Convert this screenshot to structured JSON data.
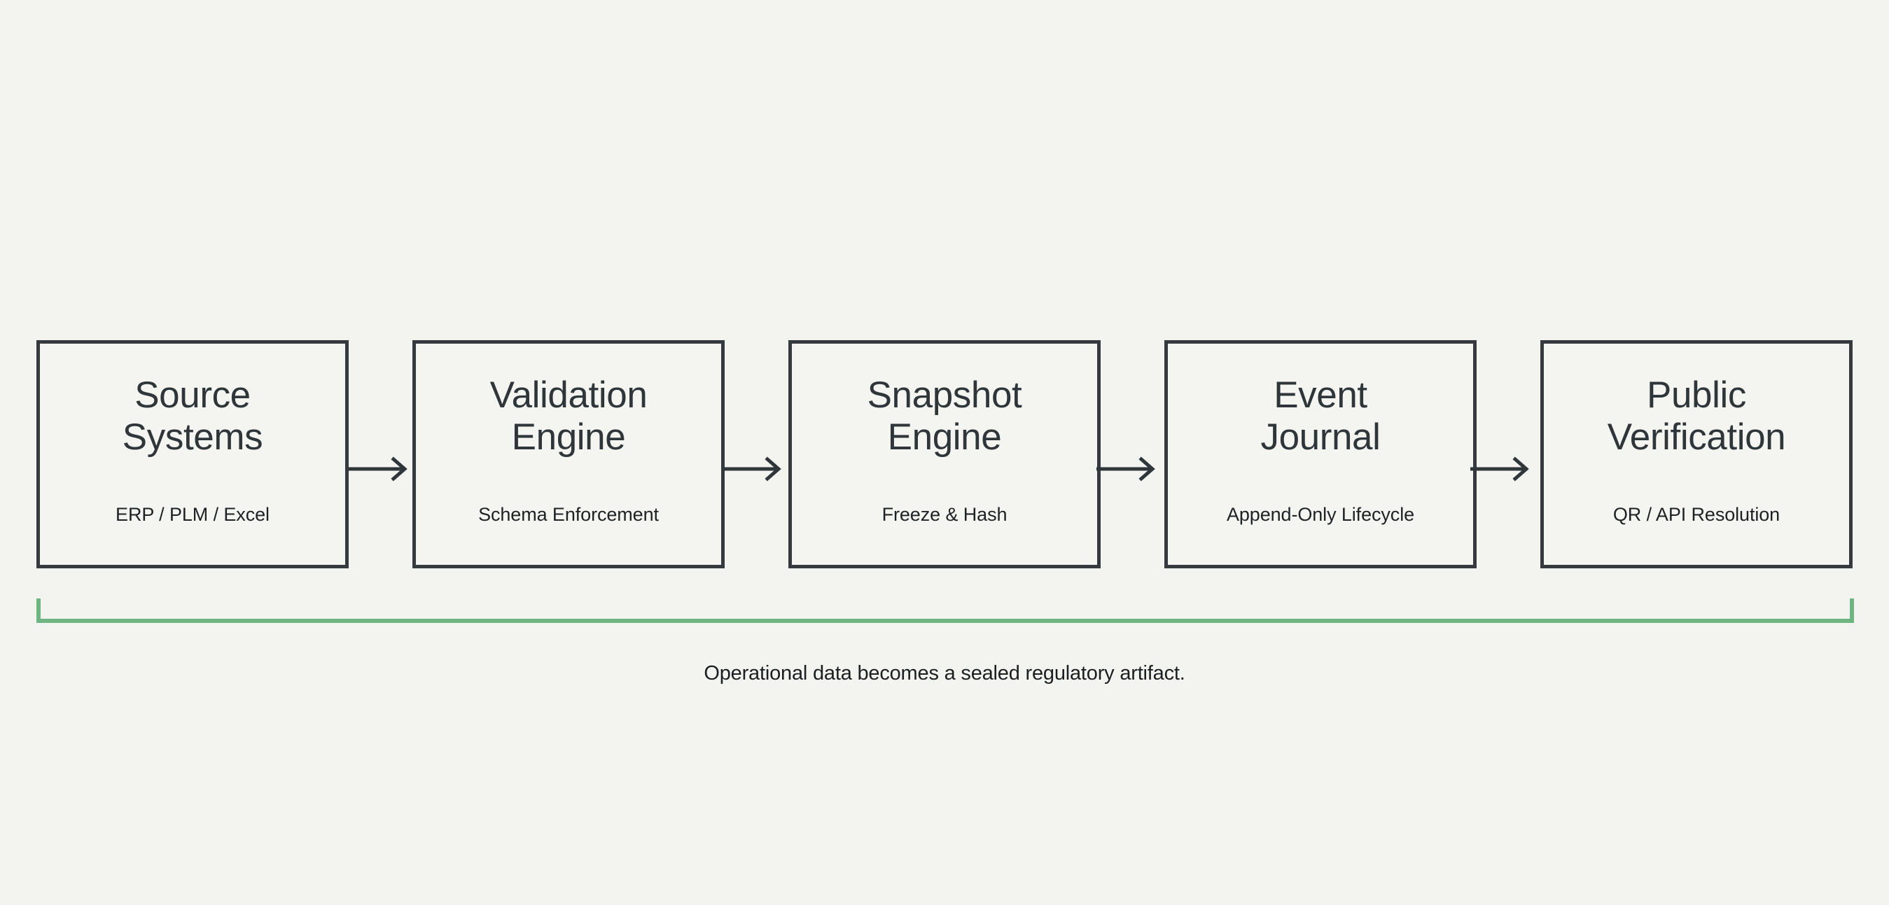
{
  "diagram": {
    "background_color": "#f3f3ef",
    "node_border_color": "#343a3e",
    "accent_color": "#6fb583",
    "text_color": "#2f363a",
    "nodes": [
      {
        "title": "Source\nSystems",
        "subtitle": "ERP / PLM / Excel"
      },
      {
        "title": "Validation\nEngine",
        "subtitle": "Schema Enforcement"
      },
      {
        "title": "Snapshot\nEngine",
        "subtitle": "Freeze & Hash"
      },
      {
        "title": "Event\nJournal",
        "subtitle": "Append-Only Lifecycle"
      },
      {
        "title": "Public\nVerification",
        "subtitle": "QR / API Resolution"
      }
    ],
    "connectors": [
      {
        "icon": "arrow-right-icon"
      },
      {
        "icon": "arrow-right-icon"
      },
      {
        "icon": "arrow-right-icon"
      },
      {
        "icon": "arrow-right-icon"
      }
    ],
    "bracket": {
      "icon": "span-bracket-icon"
    },
    "caption": "Operational data becomes a sealed regulatory artifact."
  }
}
